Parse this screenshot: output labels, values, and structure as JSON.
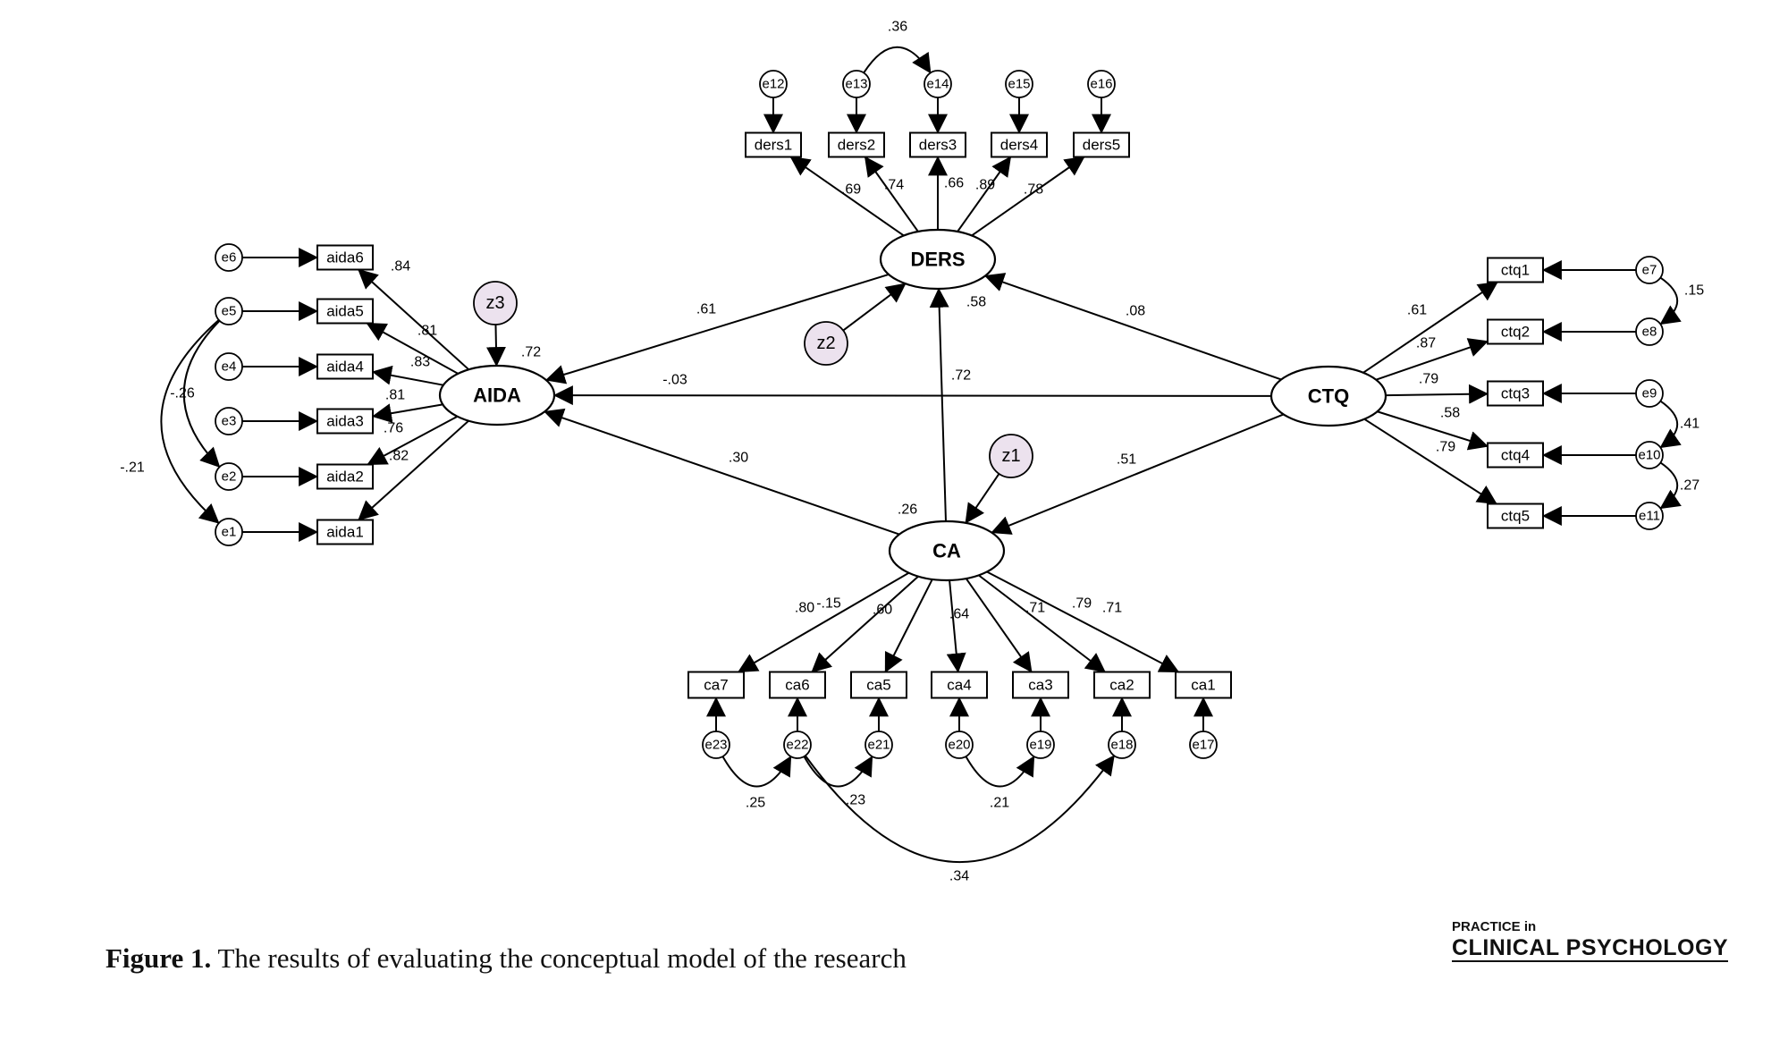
{
  "caption": {
    "label": "Figure 1.",
    "text": "The results of evaluating the conceptual model of the research"
  },
  "brand": {
    "line1": "PRACTICE in",
    "line2": "CLINICAL PSYCHOLOGY",
    "accent_color": "#e7a13c"
  },
  "colors": {
    "disturbance_fill": "#ece2ee",
    "stroke": "#000000"
  },
  "latents": [
    {
      "id": "AIDA",
      "label": "AIDA"
    },
    {
      "id": "DERS",
      "label": "DERS"
    },
    {
      "id": "CTQ",
      "label": "CTQ"
    },
    {
      "id": "CA",
      "label": "CA"
    }
  ],
  "disturbances": [
    {
      "id": "z1",
      "label": "z1",
      "target": "CA",
      "r2": ".26"
    },
    {
      "id": "z2",
      "label": "z2",
      "target": "DERS",
      "r2": ".58"
    },
    {
      "id": "z3",
      "label": "z3",
      "target": "AIDA",
      "r2": ".72"
    }
  ],
  "structural_paths": [
    {
      "from": "DERS",
      "to": "AIDA",
      "coef": ".61"
    },
    {
      "from": "CTQ",
      "to": "AIDA",
      "coef": "-.03"
    },
    {
      "from": "CA",
      "to": "AIDA",
      "coef": ".30"
    },
    {
      "from": "CTQ",
      "to": "DERS",
      "coef": ".08"
    },
    {
      "from": "CA",
      "to": "DERS",
      "coef": ".72"
    },
    {
      "from": "CTQ",
      "to": "CA",
      "coef": ".51"
    }
  ],
  "indicators": {
    "AIDA": [
      {
        "label": "aida6",
        "error": "e6",
        "loading": ".84"
      },
      {
        "label": "aida5",
        "error": "e5",
        "loading": ".81"
      },
      {
        "label": "aida4",
        "error": "e4",
        "loading": ".83"
      },
      {
        "label": "aida3",
        "error": "e3",
        "loading": ".81"
      },
      {
        "label": "aida2",
        "error": "e2",
        "loading": ".76"
      },
      {
        "label": "aida1",
        "error": "e1",
        "loading": ".82"
      }
    ],
    "DERS": [
      {
        "label": "ders1",
        "error": "e12",
        "loading": ".69"
      },
      {
        "label": "ders2",
        "error": "e13",
        "loading": ".74"
      },
      {
        "label": "ders3",
        "error": "e14",
        "loading": ".66"
      },
      {
        "label": "ders4",
        "error": "e15",
        "loading": ".89"
      },
      {
        "label": "ders5",
        "error": "e16",
        "loading": ".78"
      }
    ],
    "CTQ": [
      {
        "label": "ctq1",
        "error": "e7",
        "loading": ".61"
      },
      {
        "label": "ctq2",
        "error": "e8",
        "loading": ".87"
      },
      {
        "label": "ctq3",
        "error": "e9",
        "loading": ".79"
      },
      {
        "label": "ctq4",
        "error": "e10",
        "loading": ".58"
      },
      {
        "label": "ctq5",
        "error": "e11",
        "loading": ".79"
      }
    ],
    "CA": [
      {
        "label": "ca7",
        "error": "e23",
        "loading": ".80"
      },
      {
        "label": "ca6",
        "error": "e22",
        "loading": "-.15"
      },
      {
        "label": "ca5",
        "error": "e21",
        "loading": ".60"
      },
      {
        "label": "ca4",
        "error": "e20",
        "loading": ".64"
      },
      {
        "label": "ca3",
        "error": "e19",
        "loading": ".71"
      },
      {
        "label": "ca2",
        "error": "e18",
        "loading": ".79"
      },
      {
        "label": "ca1",
        "error": "e17",
        "loading": ".71"
      }
    ]
  },
  "error_covariances": [
    {
      "a": "e5",
      "b": "e2",
      "value": "-.26"
    },
    {
      "a": "e5",
      "b": "e1",
      "value": "-.21"
    },
    {
      "a": "e13",
      "b": "e14",
      "value": ".36"
    },
    {
      "a": "e7",
      "b": "e8",
      "value": ".15"
    },
    {
      "a": "e9",
      "b": "e10",
      "value": ".41"
    },
    {
      "a": "e10",
      "b": "e11",
      "value": ".27"
    },
    {
      "a": "e23",
      "b": "e22",
      "value": ".25"
    },
    {
      "a": "e22",
      "b": "e21",
      "value": ".23"
    },
    {
      "a": "e20",
      "b": "e19",
      "value": ".21"
    },
    {
      "a": "e22",
      "b": "e18",
      "value": ".34"
    }
  ]
}
